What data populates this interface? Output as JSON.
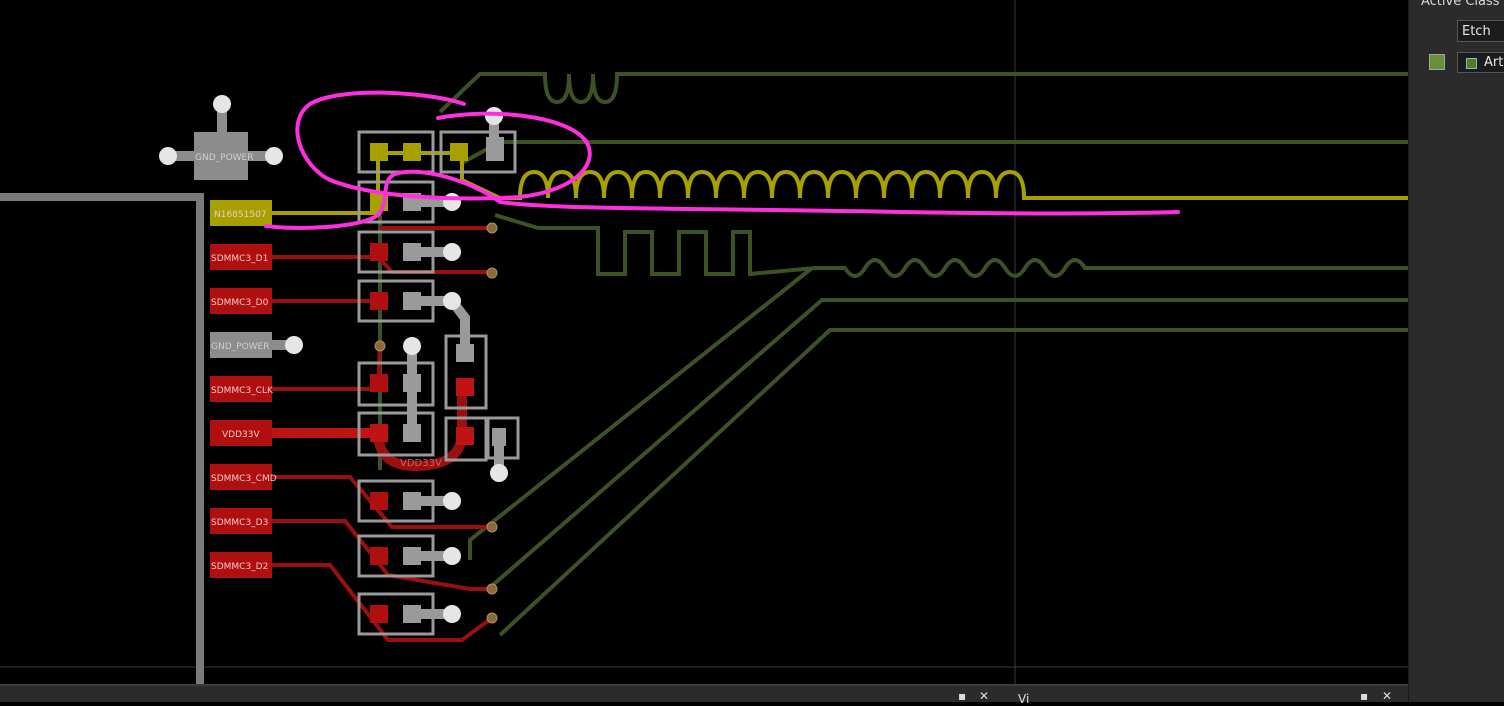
{
  "pcb": {
    "pads": [
      {
        "label": "N16851507",
        "net": "selected"
      },
      {
        "label": "SDMMC3_D1",
        "net": "signal"
      },
      {
        "label": "SDMMC3_D0",
        "net": "signal"
      },
      {
        "label": "GND_POWER",
        "net": "ground"
      },
      {
        "label": "SDMMC3_CLK",
        "net": "signal"
      },
      {
        "label": "VDD33V",
        "net": "power"
      },
      {
        "label": "SDMMC3_CMD",
        "net": "signal"
      },
      {
        "label": "SDMMC3_D3",
        "net": "signal"
      },
      {
        "label": "SDMMC3_D2",
        "net": "signal"
      }
    ],
    "top_pad_label": "GND_POWER",
    "vdd_trace_label": "VDD33V",
    "vdd_bridge_label": "VDD33V",
    "colors": {
      "background": "#000000",
      "signal_etch": "#9a0f0f",
      "signal_pad": "#c01414",
      "selected_etch": "#a7a000",
      "inner_etch": "#3d5224",
      "component_outline": "#9a9a9a",
      "via": "#8a6a3a",
      "annotation": "#ff2fe0"
    }
  },
  "right_panel": {
    "title": "Active Class and Subclass",
    "class_dropdown": "Etch",
    "subclass_label": "Artwork",
    "swatch_color": "#6b8e3a"
  },
  "bottom_bar": {
    "pin_icon": "pin-icon",
    "close_icon": "close-icon",
    "tab_label": "Vi"
  }
}
